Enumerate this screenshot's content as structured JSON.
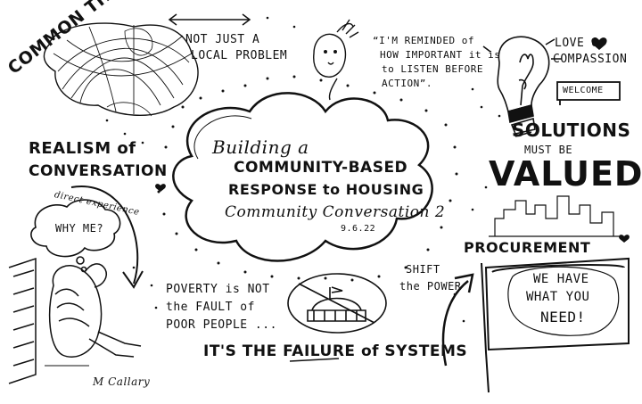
{
  "sketchnote": {
    "common_theme": "COMMON THEME",
    "not_just_line1": "NOT JUST A",
    "not_just_line2": "LOCAL PROBLEM",
    "quote_line1": "“I'M REMINDED of",
    "quote_line2": "HOW IMPORTANT it is",
    "quote_line3": "to LISTEN BEFORE",
    "quote_line4": "ACTION”.",
    "love_line1": "LOVE &",
    "love_line2": "COMPASSION",
    "welcome": "WELCOME",
    "solutions_line1": "SOLUTIONS",
    "solutions_line2": "MUST BE",
    "solutions_line3": "VALUED!",
    "realism_line1": "REALISM of",
    "realism_line2": "CONVERSATION",
    "direct_experience": "direct experience",
    "why_me": "WHY ME?",
    "center_line1": "Building a",
    "center_line2": "COMMUNITY-BASED",
    "center_line3": "RESPONSE to HOUSING",
    "center_line4": "Community Conversation 2",
    "center_date": "9.6.22",
    "shift_line1": "SHIFT",
    "shift_line2": "the POWER",
    "procurement": "PROCUREMENT",
    "sign_line1": "WE HAVE",
    "sign_line2": "WHAT YOU",
    "sign_line3": "NEED!",
    "poverty_line1": "POVERTY is NOT",
    "poverty_line2": "the FAULT of",
    "poverty_line3": "POOR PEOPLE ...",
    "failure_line": "IT'S THE FAILURE of SYSTEMS",
    "artist_signature": "M Callary"
  }
}
